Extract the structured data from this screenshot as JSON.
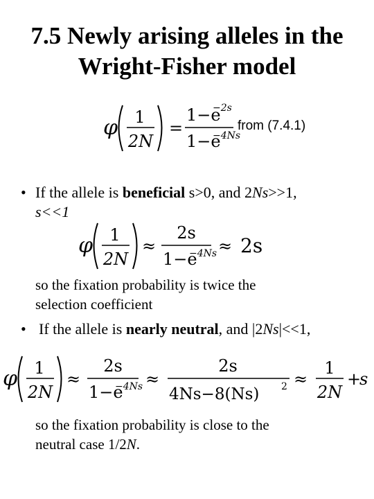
{
  "slide": {
    "title_line1": "7.5 Newly arising alleles in the",
    "title_line2": "Wright-Fisher model",
    "from_ref": "from (7.4.1)",
    "bullet1": {
      "pre": "If the allele is ",
      "bold": "beneficial",
      "mid": " s>0, and 2",
      "italic": "Ns",
      "post": ">>1,",
      "line2": "s<<1"
    },
    "after_bullet1_line1": "so the fixation probability is twice the",
    "after_bullet1_line2": "selection coefficient",
    "bullet2": {
      "pre": "If the allele is ",
      "bold": "nearly neutral",
      "mid": ", and |2",
      "italic": "Ns",
      "post": "|<<1,"
    },
    "after_bullet2_line1": "so the fixation probability is close to the",
    "after_bullet2_line2_pre": "neutral case 1/2",
    "after_bullet2_line2_italic": "N",
    "after_bullet2_line2_post": "."
  },
  "equations": {
    "phi": "φ",
    "one": "1",
    "two_n": "2N",
    "equals": "=",
    "approx": "≈",
    "two_s": "2s",
    "exp_num": "1−e",
    "sup_num": "−2s",
    "exp_den": "1−e",
    "sup_den": "−4Ns",
    "den4": "4Ns−8(Ns)",
    "sq": "2",
    "plus": "+",
    "s": "s"
  }
}
